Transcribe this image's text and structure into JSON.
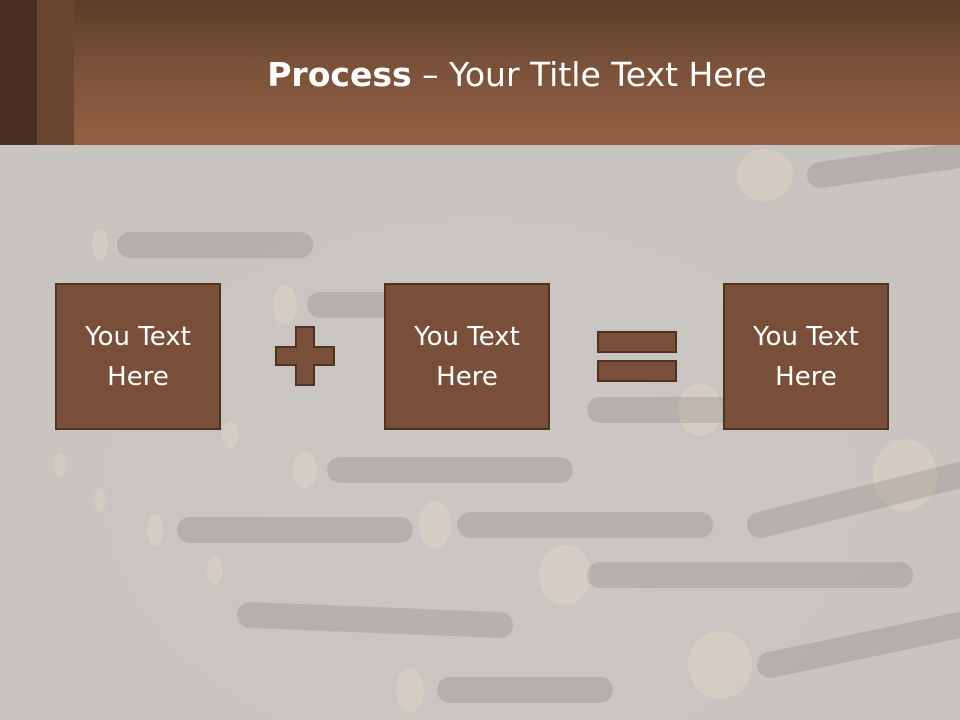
{
  "slide": {
    "title_bold": "Process",
    "title_rest": " – Your Title Text Here"
  },
  "boxes": [
    {
      "text": "You Text Here"
    },
    {
      "text": "You Text Here"
    },
    {
      "text": "You Text Here"
    }
  ],
  "operators": [
    "plus-icon",
    "equals-icon"
  ],
  "colors": {
    "header_dark": "#5b3d29",
    "header_light": "#946044",
    "box_fill": "#7a4f3a",
    "box_border": "#4f3222",
    "background": "#c8c4c0"
  }
}
